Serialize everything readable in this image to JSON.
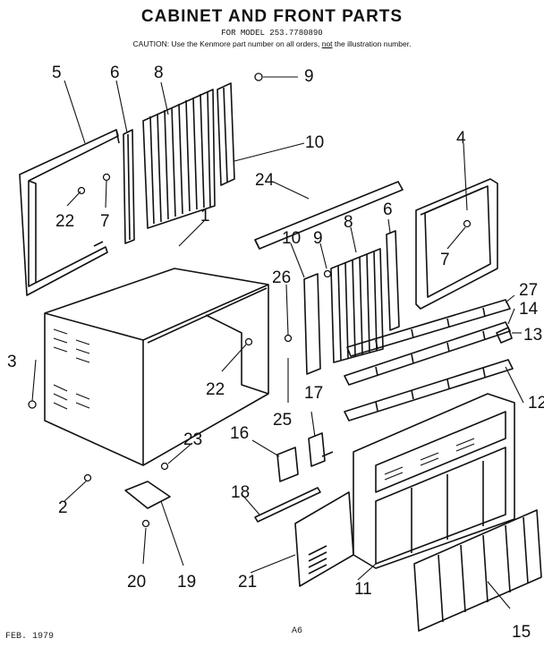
{
  "header": {
    "title": "CABINET AND FRONT PARTS",
    "model": "FOR MODEL 253.7780890",
    "caution_a": "CAUTION: Use the Kenmore part number on all orders, ",
    "caution_not": "not",
    "caution_b": " the illustration number."
  },
  "callouts": [
    "5",
    "6",
    "8",
    "9",
    "10",
    "22",
    "7",
    "24",
    "1",
    "4",
    "10",
    "9",
    "8",
    "6",
    "7",
    "26",
    "27",
    "14",
    "13",
    "3",
    "22",
    "12",
    "25",
    "17",
    "23",
    "16",
    "18",
    "2",
    "20",
    "19",
    "21",
    "11",
    "15"
  ],
  "footer": {
    "date": "FEB. 1979",
    "page": "A6"
  }
}
